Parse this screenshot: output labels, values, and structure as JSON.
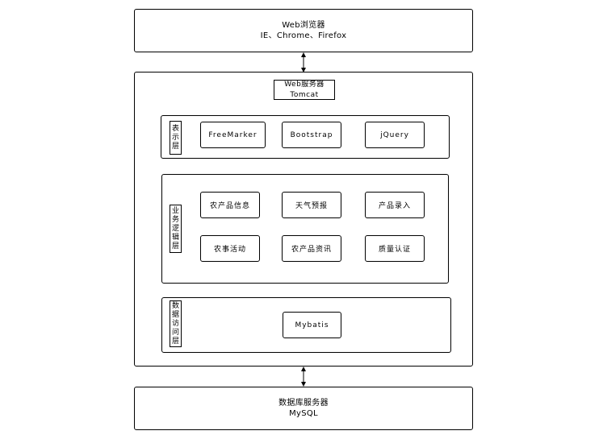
{
  "browser": {
    "title": "Web浏览器",
    "subtitle": "IE、Chrome、Firefox"
  },
  "server": {
    "title": "Web服务器",
    "subtitle": "Tomcat",
    "presentation": {
      "label_chars": [
        "表",
        "示",
        "层"
      ],
      "modules": [
        "FreeMarker",
        "Bootstrap",
        "jQuery"
      ]
    },
    "business": {
      "label_chars": [
        "业",
        "务",
        "逻",
        "辑",
        "层"
      ],
      "modules": [
        "农产品信息",
        "天气预报",
        "产品录入",
        "农事活动",
        "农产品资讯",
        "质量认证"
      ]
    },
    "data_access": {
      "label_chars": [
        "数",
        "据",
        "访",
        "问",
        "层"
      ],
      "modules": [
        "Mybatis"
      ]
    }
  },
  "database": {
    "title": "数据库服务器",
    "subtitle": "MySQL"
  }
}
